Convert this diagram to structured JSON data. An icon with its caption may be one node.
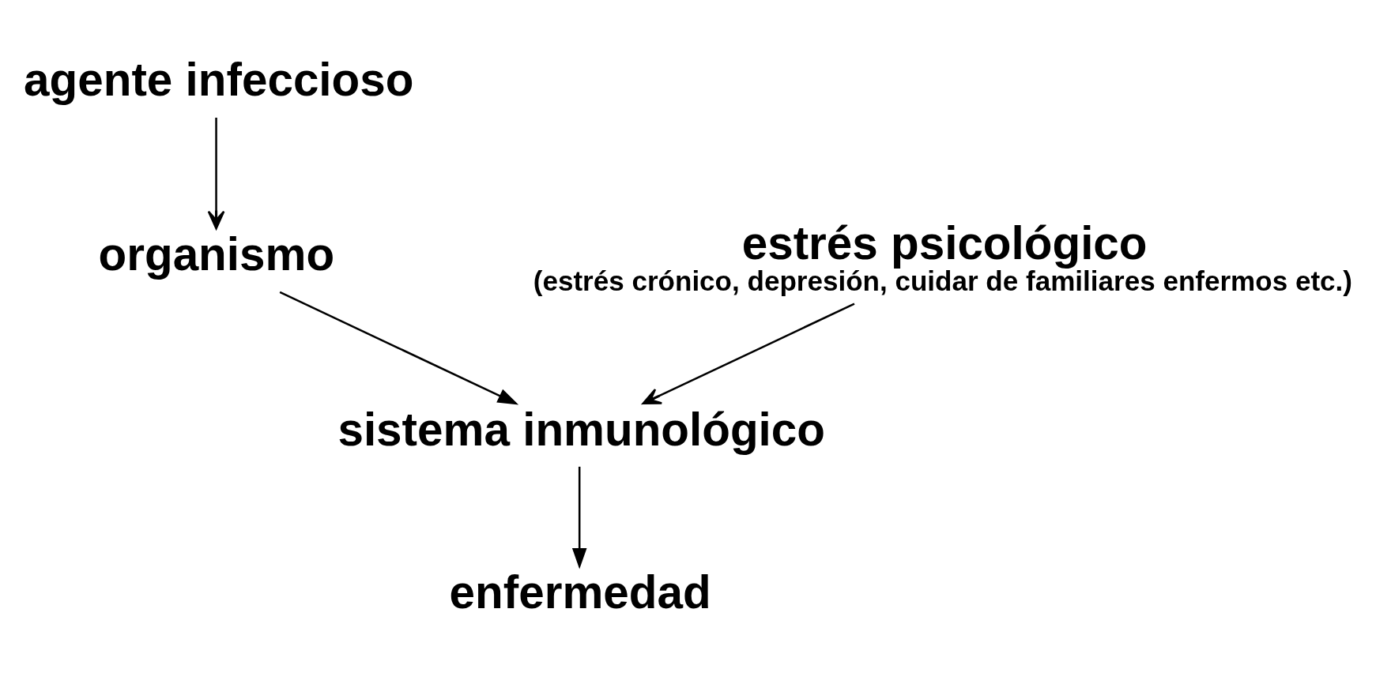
{
  "diagram": {
    "nodes": [
      {
        "text": [
          "agente infeccioso"
        ]
      },
      {
        "text": [
          "organismo"
        ]
      },
      {
        "text": [
          "estrés psicológico",
          "(estrés crónico, depresión, cuidar de familiares enfermos etc.)"
        ]
      },
      {
        "text": [
          "sistema inmunológico"
        ]
      },
      {
        "text": [
          "enfermedad"
        ]
      }
    ],
    "edges": [
      {
        "from": 0,
        "to": 1,
        "arrow": "to"
      },
      {
        "from": 1,
        "to": 3,
        "arrow": "to"
      },
      {
        "from": 2,
        "to": 3,
        "arrow": "to"
      },
      {
        "from": 3,
        "to": 4,
        "arrow": "to"
      }
    ]
  }
}
